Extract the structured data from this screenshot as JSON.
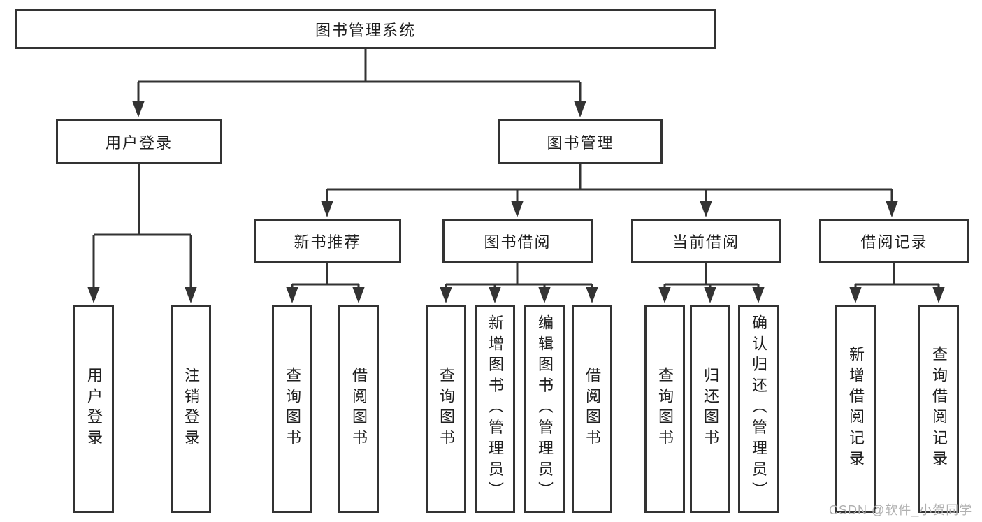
{
  "colors": {
    "background": "#ffffff",
    "line": "#333333",
    "box_border": "#333333",
    "text": "#1f1f1f",
    "watermark": "#b0b0b0"
  },
  "watermark": "CSDN @软件_小贺同学",
  "tree": {
    "root": "图书管理系统",
    "branches": [
      {
        "label": "用户登录",
        "children": [
          {
            "label": "用户登录"
          },
          {
            "label": "注销登录"
          }
        ]
      },
      {
        "label": "图书管理",
        "children": [
          {
            "label": "新书推荐",
            "children": [
              {
                "label": "查询图书"
              },
              {
                "label": "借阅图书"
              }
            ]
          },
          {
            "label": "图书借阅",
            "children": [
              {
                "label": "查询图书"
              },
              {
                "label": "新增图书（管理员）"
              },
              {
                "label": "编辑图书（管理员）"
              },
              {
                "label": "借阅图书"
              }
            ]
          },
          {
            "label": "当前借阅",
            "children": [
              {
                "label": "查询图书"
              },
              {
                "label": "归还图书"
              },
              {
                "label": "确认归还（管理员）"
              }
            ]
          },
          {
            "label": "借阅记录",
            "children": [
              {
                "label": "新增借阅记录"
              },
              {
                "label": "查询借阅记录"
              }
            ]
          }
        ]
      }
    ]
  }
}
